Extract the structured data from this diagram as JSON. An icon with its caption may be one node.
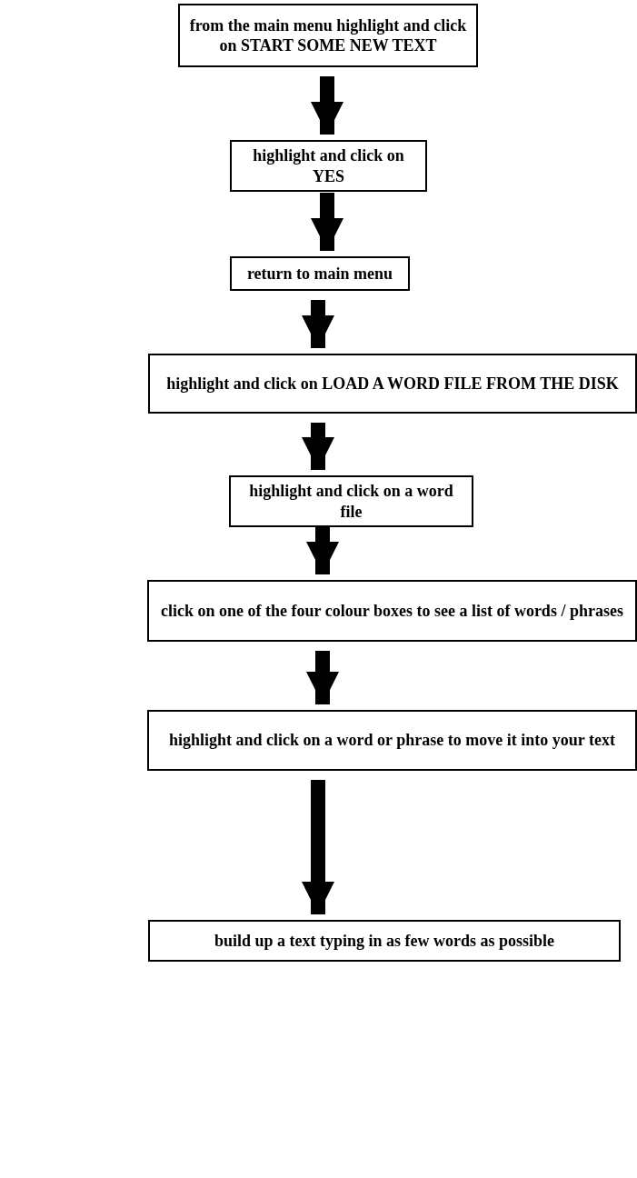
{
  "diagram": {
    "nodes": [
      {
        "text": [
          "from the main menu highlight and click on START SOME NEW TEXT"
        ]
      },
      {
        "text": [
          "highlight and click on YES"
        ]
      },
      {
        "text": [
          "return to main menu"
        ]
      },
      {
        "text": [
          "highlight and click on LOAD A WORD FILE FROM THE DISK"
        ]
      },
      {
        "text": [
          "highlight and click on a word file"
        ]
      },
      {
        "text": [
          "click on one of the four colour boxes to see a list of words / phrases"
        ]
      },
      {
        "text": [
          "highlight and click on a word or phrase to move it into your text"
        ]
      },
      {
        "text": [
          "build up a text typing in as few words as possible"
        ]
      }
    ],
    "edges": [
      {
        "from": 0,
        "to": 1,
        "arrow": "to"
      },
      {
        "from": 1,
        "to": 2,
        "arrow": "to"
      },
      {
        "from": 2,
        "to": 3,
        "arrow": "to"
      },
      {
        "from": 3,
        "to": 4,
        "arrow": "to"
      },
      {
        "from": 4,
        "to": 5,
        "arrow": "to"
      },
      {
        "from": 5,
        "to": 6,
        "arrow": "to"
      },
      {
        "from": 6,
        "to": 7,
        "arrow": "to"
      }
    ]
  }
}
